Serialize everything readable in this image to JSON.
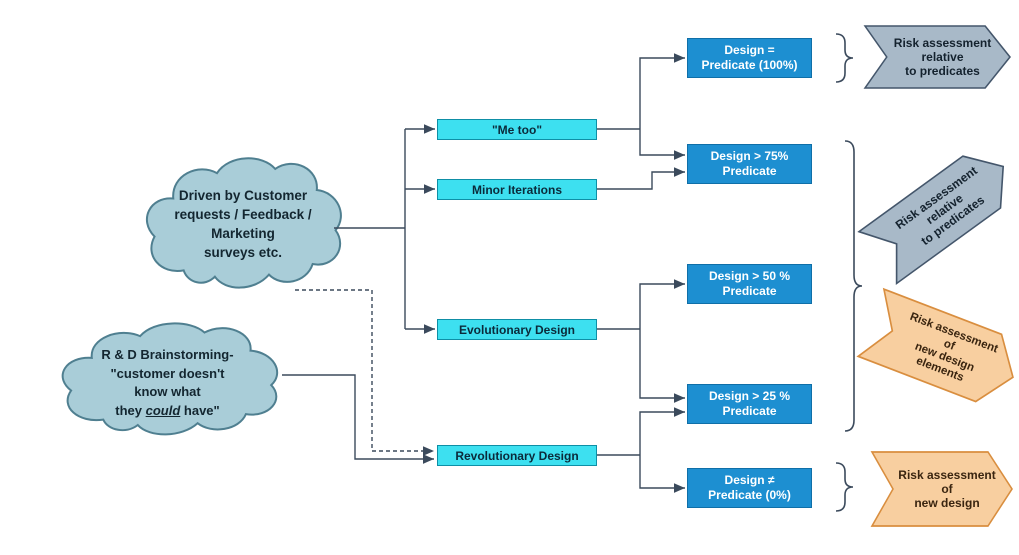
{
  "diagram": {
    "clouds": {
      "customer": {
        "line1": "Driven by Customer",
        "line2": "requests / Feedback /",
        "line3": "Marketing",
        "line4": "surveys etc."
      },
      "rnd": {
        "line1": "R & D Brainstorming-",
        "line2": "\"customer doesn't",
        "line3": "know what",
        "line4_pre": "they ",
        "line4_em": "could",
        "line4_post": " have\""
      }
    },
    "categories": [
      {
        "label": "\"Me too\""
      },
      {
        "label": "Minor Iterations"
      },
      {
        "label": "Evolutionary Design"
      },
      {
        "label": "Revolutionary Design"
      }
    ],
    "ratings": [
      {
        "line1": "Design =",
        "line2": "Predicate (100%)"
      },
      {
        "line1": "Design > 75%",
        "line2": "Predicate"
      },
      {
        "line1": "Design > 50 %",
        "line2": "Predicate"
      },
      {
        "line1": "Design > 25 %",
        "line2": "Predicate"
      },
      {
        "line1": "Design ≠",
        "line2": "Predicate (0%)"
      }
    ],
    "risk_labels": {
      "top": {
        "line1": "Risk assessment",
        "line2": "relative",
        "line3": "to predicates"
      },
      "mid_gray": {
        "line1": "Risk assessment",
        "line2": "relative",
        "line3": "to predicates"
      },
      "mid_orange": {
        "line1": "Risk assessment",
        "line2": "of",
        "line3": "new design",
        "line4": "elements"
      },
      "bottom": {
        "line1": "Risk assessment",
        "line2": "of",
        "line3": "new design"
      }
    },
    "colors": {
      "category_fill": "#3DE0F0",
      "rating_fill": "#1D8FD1",
      "risk_gray_fill": "#A8B9C8",
      "risk_orange_fill": "#F8CFA0",
      "cloud_fill": "#A9CDD8",
      "connector": "#3B4A5C"
    }
  }
}
